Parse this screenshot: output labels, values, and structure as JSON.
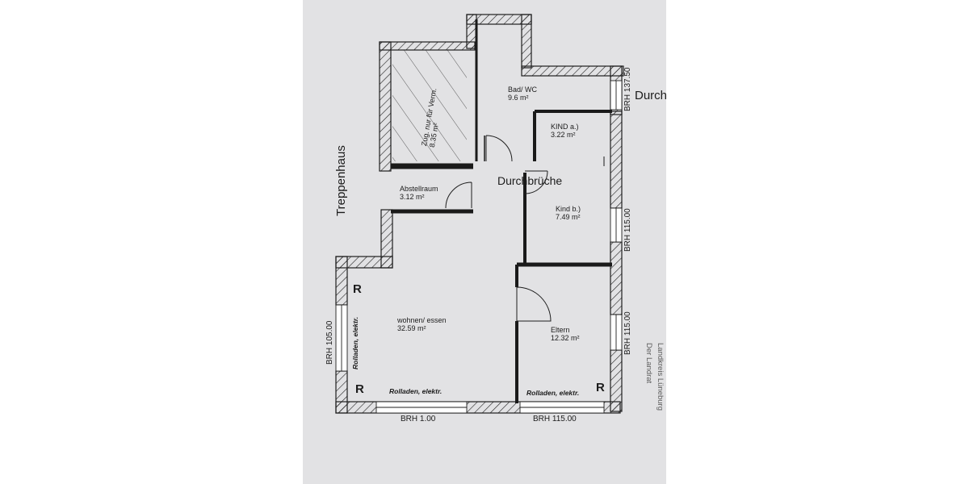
{
  "rooms": [
    {
      "name": "Bad/ WC",
      "area": "9.6 m²"
    },
    {
      "name": "KIND a.)",
      "area": "3.22 m²"
    },
    {
      "name": "Kind b.)",
      "area": "7.49 m²"
    },
    {
      "name": "Abstellraum",
      "area": "3.12 m²"
    },
    {
      "name": "wohnen/ essen",
      "area": "32.59 m²"
    },
    {
      "name": "Eltern",
      "area": "12.32 m²"
    },
    {
      "name": "Zug. nur für Verm.",
      "area": "8.35 m²"
    }
  ],
  "labels": {
    "staircase": "Treppenhaus",
    "openings": "Durchbrüche",
    "passage": "Durch",
    "shutter_marker": "R",
    "shutters_electric": "Rolladen, elektr.",
    "county_line1": "Landkreis Lüneburg",
    "county_line2": "Der Landrat"
  },
  "sill_heights": {
    "bath": "BRH 137.50",
    "kind_b": "BRH 115.00",
    "eltern_right": "BRH 115.00",
    "living_left": "BRH 105.00",
    "living_bottom": "BRH 1.00",
    "eltern_bottom": "BRH 115.00"
  }
}
